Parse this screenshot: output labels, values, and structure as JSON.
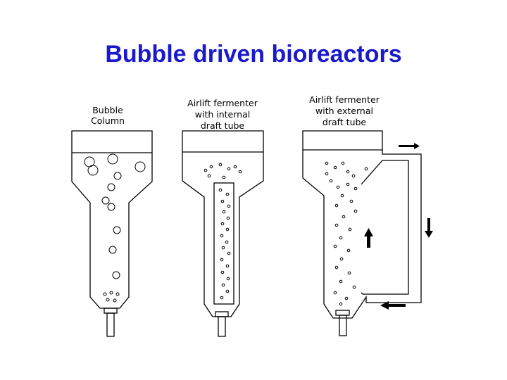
{
  "slide": {
    "title": "Bubble driven bioreactors"
  },
  "reactors": [
    {
      "label_lines": [
        "Bubble",
        "Column"
      ]
    },
    {
      "label_lines": [
        "Airlift fermenter",
        "with internal",
        "draft tube"
      ]
    },
    {
      "label_lines": [
        "Airlift fermenter",
        "with external",
        "draft tube"
      ]
    }
  ],
  "colors": {
    "title": "#1a1acc",
    "lines": "#000000",
    "background": "#ffffff"
  }
}
